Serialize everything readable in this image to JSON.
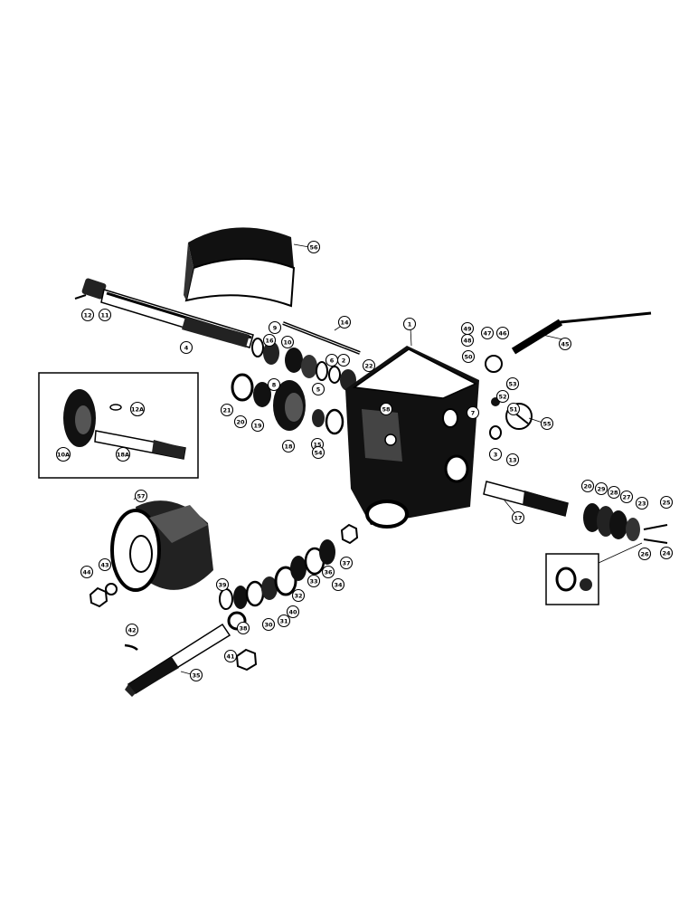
{
  "diagram": {
    "callouts": [
      "56",
      "12",
      "11",
      "4",
      "14",
      "1",
      "49",
      "48",
      "47",
      "46",
      "45",
      "50",
      "53",
      "52",
      "51",
      "55",
      "13",
      "7",
      "3",
      "16",
      "8",
      "9",
      "10",
      "5",
      "6",
      "2",
      "22",
      "21",
      "20",
      "19",
      "18",
      "15",
      "54",
      "58",
      "10A",
      "12A",
      "18A",
      "20",
      "29",
      "28",
      "27",
      "23",
      "25",
      "24",
      "26",
      "17",
      "57",
      "43",
      "44",
      "39",
      "41",
      "42",
      "35",
      "36",
      "37",
      "32",
      "33",
      "34",
      "30",
      "31",
      "40",
      "38"
    ]
  }
}
